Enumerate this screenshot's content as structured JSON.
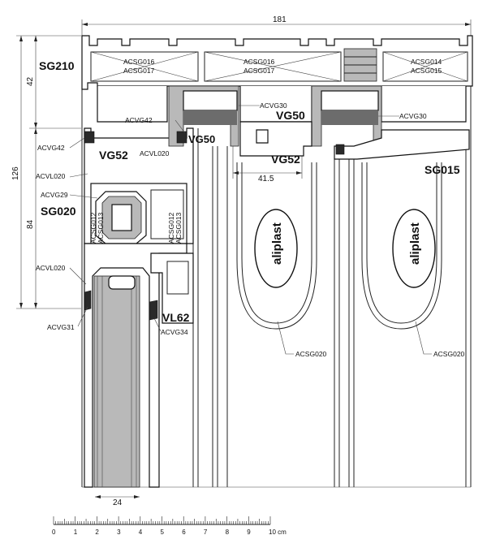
{
  "dimensions": {
    "top_width": "181",
    "height_total": "126",
    "height_top": "42",
    "height_lower": "84",
    "gap_width": "41.5",
    "glass_width": "24"
  },
  "profiles": {
    "sg210": "SG210",
    "sg020": "SG020",
    "sg015": "SG015",
    "vg52_left": "VG52",
    "vg52_mid": "VG52",
    "vg50_a": "VG50",
    "vg50_b": "VG50",
    "vl62": "VL62"
  },
  "parts": {
    "acsg016_a": "ACSG016",
    "acsg017_a": "ACSG017",
    "acsg016_b": "ACSG016",
    "acsg017_b": "ACSG017",
    "acsg014": "ACSG014",
    "acsg015": "ACSG015",
    "acvg30_a": "ACVG30",
    "acvg30_b": "ACVG30",
    "acvg42_a": "ACVG42",
    "acvg42_b": "ACVG42",
    "acvl020_a": "ACVL020",
    "acvl020_b": "ACVL020",
    "acvl020_c": "ACVL020",
    "acvg29": "ACVG29",
    "acsg012_a": "ACSG012",
    "acsg013_a": "ACSG013",
    "acsg012_b": "ACSG012",
    "acsg013_b": "ACSG013",
    "acvg31": "ACVG31",
    "acvg34": "ACVG34",
    "acsg020_a": "ACSG020",
    "acsg020_b": "ACSG020"
  },
  "logo_a": "aliplast",
  "logo_b": "aliplast",
  "scale": {
    "ticks": [
      "0",
      "1",
      "2",
      "3",
      "4",
      "5",
      "6",
      "7",
      "8",
      "9",
      "10 cm"
    ]
  },
  "colors": {
    "line": "#111111",
    "gasket": "#2a2a2a",
    "filling": "#b9b9b9"
  }
}
